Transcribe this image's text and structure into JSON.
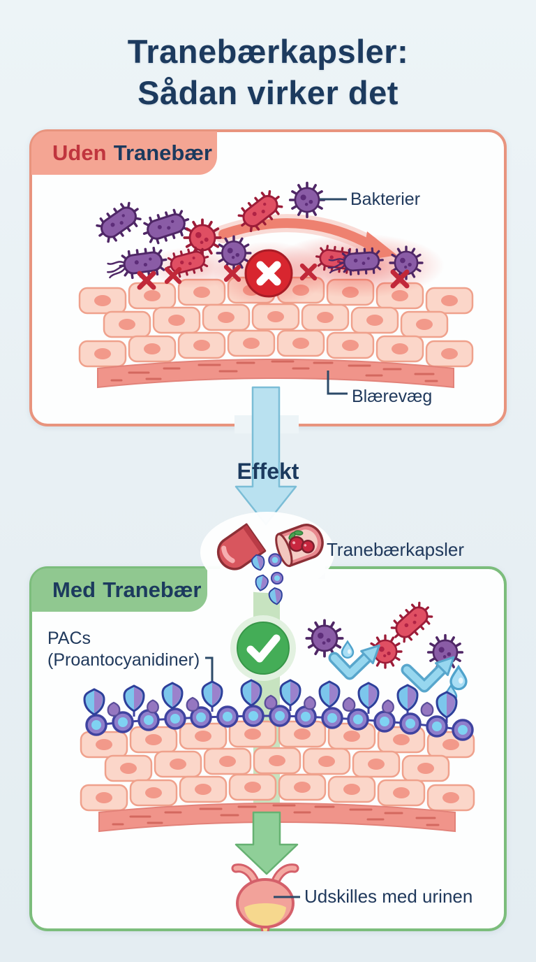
{
  "title": {
    "line1": "Tranebærkapsler:",
    "line2": "Sådan virker det"
  },
  "panel_without": {
    "heading_word1": "Uden",
    "heading_word2": "Tranebær",
    "bacteria_label": "Bakterier",
    "bladder_wall_label": "Blærevæg"
  },
  "transition": {
    "effect_label": "Effekt",
    "capsule_label": "Tranebærkapsler"
  },
  "panel_with": {
    "heading_word1": "Med",
    "heading_word2": "Tranebær",
    "pacs_label_line1": "PACs",
    "pacs_label_line2": "(Proantocyanidiner)",
    "excretion_label": "Udskilles med urinen"
  },
  "colors": {
    "background": "#e9f0f4",
    "title_navy": "#1c3a5e",
    "uden_red": "#c0353e",
    "panel1_border": "#e8947e",
    "panel1_header_bg": "#f4a593",
    "panel2_border": "#7cbd7c",
    "panel2_header_bg": "#90c890",
    "arrow_blue": "#b9e1f0",
    "arrow_green": "#8fcf98",
    "prohibit_red": "#d8262f",
    "check_green": "#44ad57",
    "bacteria_purple": "#8a5ca6",
    "bacteria_red": "#e04f63",
    "tissue_cell": "#fbd6c9",
    "pac_blue": "#7cc6ec",
    "pac_purple": "#9b82cc"
  }
}
